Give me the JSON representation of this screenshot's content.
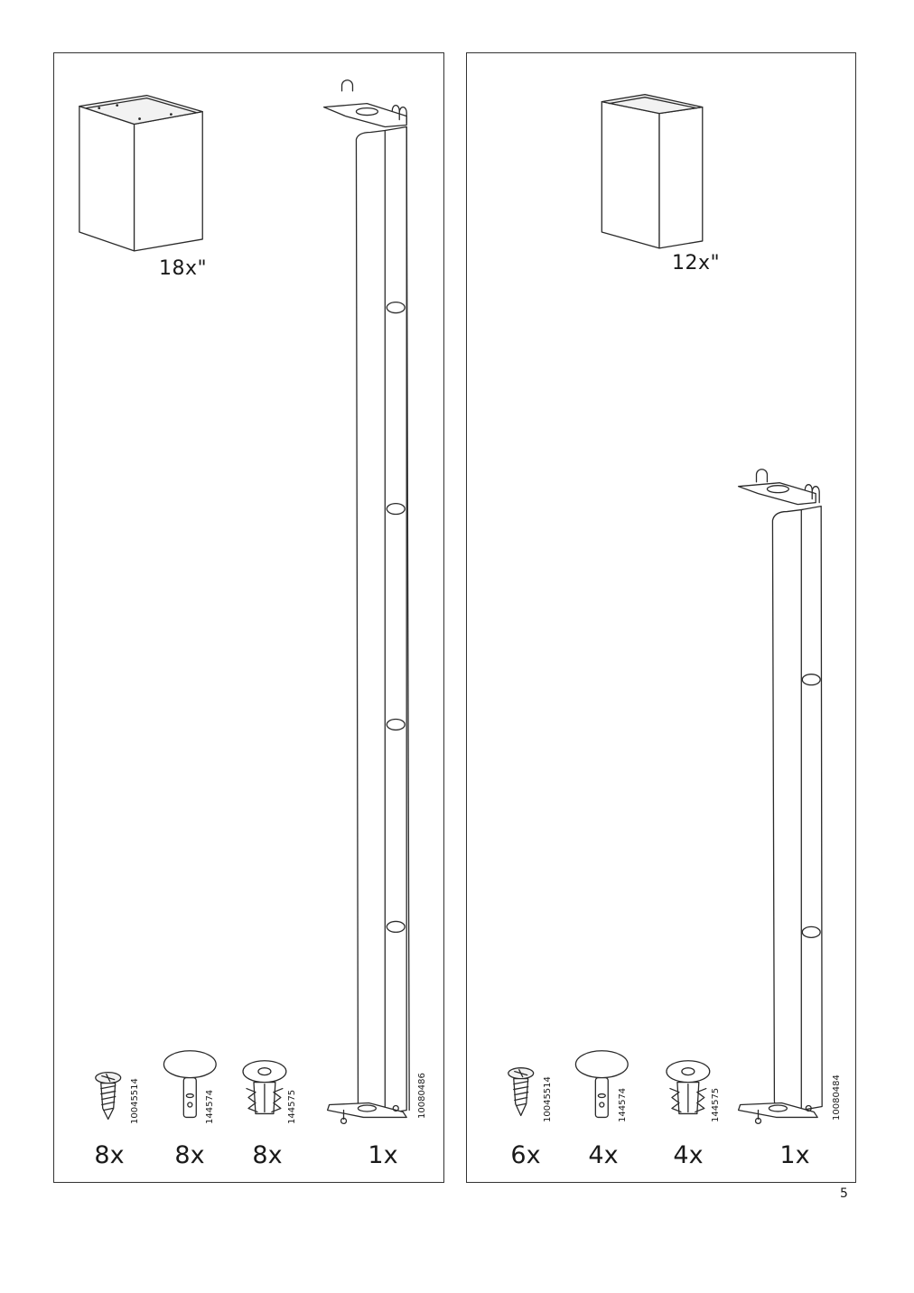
{
  "left_panel": {
    "size_label": "18x\"",
    "items": [
      {
        "code": "10045514",
        "quantity": "8x",
        "icon": "screw-icon"
      },
      {
        "code": "144574",
        "quantity": "8x",
        "icon": "cap-pin-icon"
      },
      {
        "code": "144575",
        "quantity": "8x",
        "icon": "plug-icon"
      },
      {
        "code": "10080486",
        "quantity": "1x",
        "icon": "rail-icon"
      }
    ]
  },
  "right_panel": {
    "size_label": "12x\"",
    "items": [
      {
        "code": "10045514",
        "quantity": "6x",
        "icon": "screw-icon"
      },
      {
        "code": "144574",
        "quantity": "4x",
        "icon": "cap-pin-icon"
      },
      {
        "code": "144575",
        "quantity": "4x",
        "icon": "plug-icon"
      },
      {
        "code": "10080484",
        "quantity": "1x",
        "icon": "rail-icon"
      }
    ]
  },
  "page_number": "5"
}
